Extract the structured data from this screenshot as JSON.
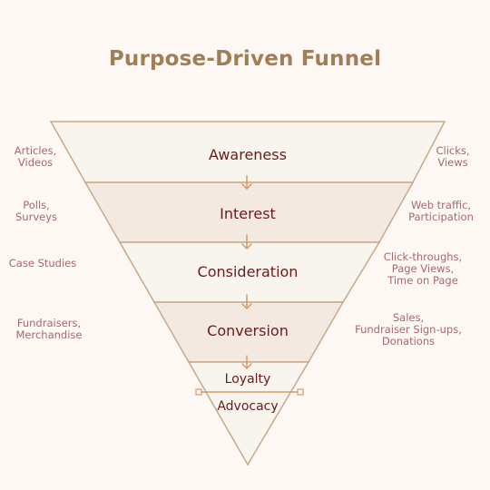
{
  "title": "Purpose-Driven Funnel",
  "stages": [
    {
      "label": "Awareness",
      "content": "Articles,\nVideos",
      "metrics": "Clicks,\nViews"
    },
    {
      "label": "Interest",
      "content": "Polls,\nSurveys",
      "metrics": "Web traffic,\nParticipation"
    },
    {
      "label": "Consideration",
      "content": "Case Studies",
      "metrics": "Click-throughs,\nPage Views,\nTime on Page"
    },
    {
      "label": "Conversion",
      "content": "Fundraisers,\nMerchandise",
      "metrics": "Sales,\nFundraiser Sign-ups,\nDonations"
    },
    {
      "label": "Loyalty"
    },
    {
      "label": "Advocacy"
    }
  ],
  "colors": {
    "title": "#a07f57",
    "stage_text": "#6e1a1c",
    "side_text": "#a8676a",
    "outline": "#c7a98a",
    "band_light": "#f8f4ee",
    "band_tint": "#f3e9e0",
    "arrow": "#d29b6c"
  }
}
